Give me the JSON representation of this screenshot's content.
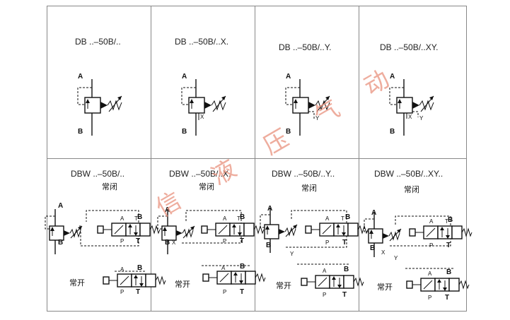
{
  "cells": {
    "db": {
      "title": "DB ..–50B/.."
    },
    "db_x": {
      "title": "DB ..–50B/..X."
    },
    "db_y": {
      "title": "DB ..–50B/..Y."
    },
    "db_xy": {
      "title": "DB ..–50B/..XY."
    },
    "dbw": {
      "title": "DBW ..–50B/..",
      "closed_label": "常闭",
      "open_label": "常开"
    },
    "dbw_x": {
      "title": "DBW ..–50B/..X.",
      "closed_label": "常闭",
      "open_label": "常开"
    },
    "dbw_y": {
      "title": "DBW ..–50B/..Y..",
      "closed_label": "常闭",
      "open_label": "常开"
    },
    "dbw_xy": {
      "title": "DBW ..–50B/..XY..",
      "closed_label": "常闭",
      "open_label": "常开"
    }
  },
  "ports": {
    "a": "A",
    "b": "B",
    "x": "X",
    "y": "Y",
    "p": "P",
    "t": "T"
  },
  "watermark": [
    "信",
    "液",
    "压",
    "气",
    "动"
  ],
  "colors": {
    "grid": "#888888",
    "line": "#111111",
    "watermark": "#e9927e"
  }
}
